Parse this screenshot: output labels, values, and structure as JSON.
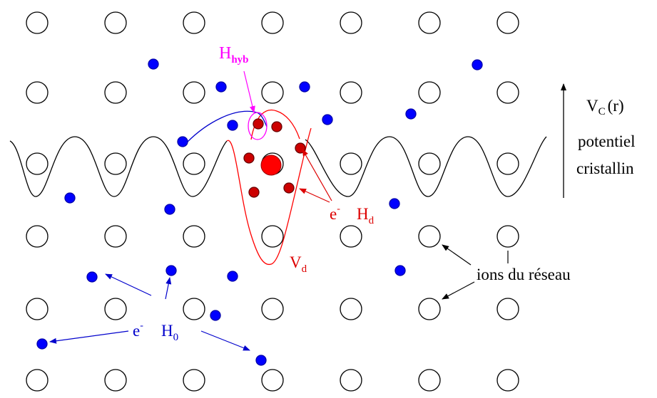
{
  "labels": {
    "h_hyb_main": "H",
    "h_hyb_sub": "hyb",
    "vc_main": "V",
    "vc_sub": "C",
    "vc_arg": "(r)",
    "potentiel": "potentiel",
    "cristallin": "cristallin",
    "e_red": "e",
    "e_red_sup": "-",
    "hd_main": "H",
    "hd_sub": "d",
    "vd_main": "V",
    "vd_sub": "d",
    "ions": "ions du réseau",
    "e_blue": "e",
    "e_blue_sup": "-",
    "h0_main": "H",
    "h0_sub": "0"
  },
  "colors": {
    "lattice_ion": "#000000",
    "conduction_electron": "#0000ff",
    "d_electron": "#cc0000",
    "d_ion": "#ff0000",
    "impurity_potential": "#ff0000",
    "hybridization": "#ff00ff",
    "crystal_potential": "#000000",
    "h0_arrows": "#0000cc"
  }
}
